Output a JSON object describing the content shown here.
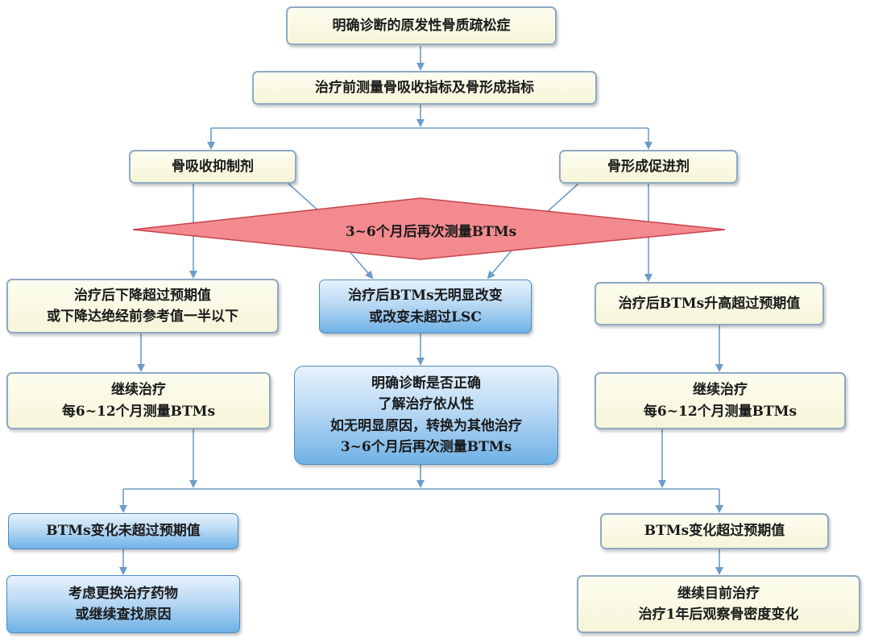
{
  "nodes": {
    "top": [
      "明确诊断的原发性骨质疏松症"
    ],
    "measure": [
      "治疗前测量骨吸收指标及骨形成指标"
    ],
    "resorption": [
      "骨吸收抑制剂"
    ],
    "formation": [
      "骨形成促进剂"
    ],
    "remeasure": [
      "3~6个月后再次测量BTMs"
    ],
    "left_result": [
      "治疗后下降超过预期值",
      "或下降达绝经前参考值一半以下"
    ],
    "mid_result": [
      "治疗后BTMs无明显改变",
      "或改变未超过LSC"
    ],
    "right_result": [
      "治疗后BTMs升高超过预期值"
    ],
    "left_continue": [
      "继续治疗",
      "每6~12个月测量BTMs"
    ],
    "mid_check": [
      "明确诊断是否正确",
      "了解治疗依从性",
      "如无明显原因，转换为其他治疗",
      "3~6个月后再次测量BTMs"
    ],
    "right_continue": [
      "继续治疗",
      "每6~12个月测量BTMs"
    ],
    "not_exceed": [
      "BTMs变化未超过预期值"
    ],
    "exceed": [
      "BTMs变化超过预期值"
    ],
    "change_drug": [
      "考虑更换治疗药物",
      "或继续查找原因"
    ],
    "keep_current": [
      "继续目前治疗",
      "治疗1年后观察骨密度变化"
    ]
  },
  "colors": {
    "line": "#6d9cc8",
    "diamond_fill": "#f28a8f",
    "diamond_border": "#c9434c",
    "box_border": "#8fa9c4",
    "blue_box": "#6fb1e6"
  }
}
